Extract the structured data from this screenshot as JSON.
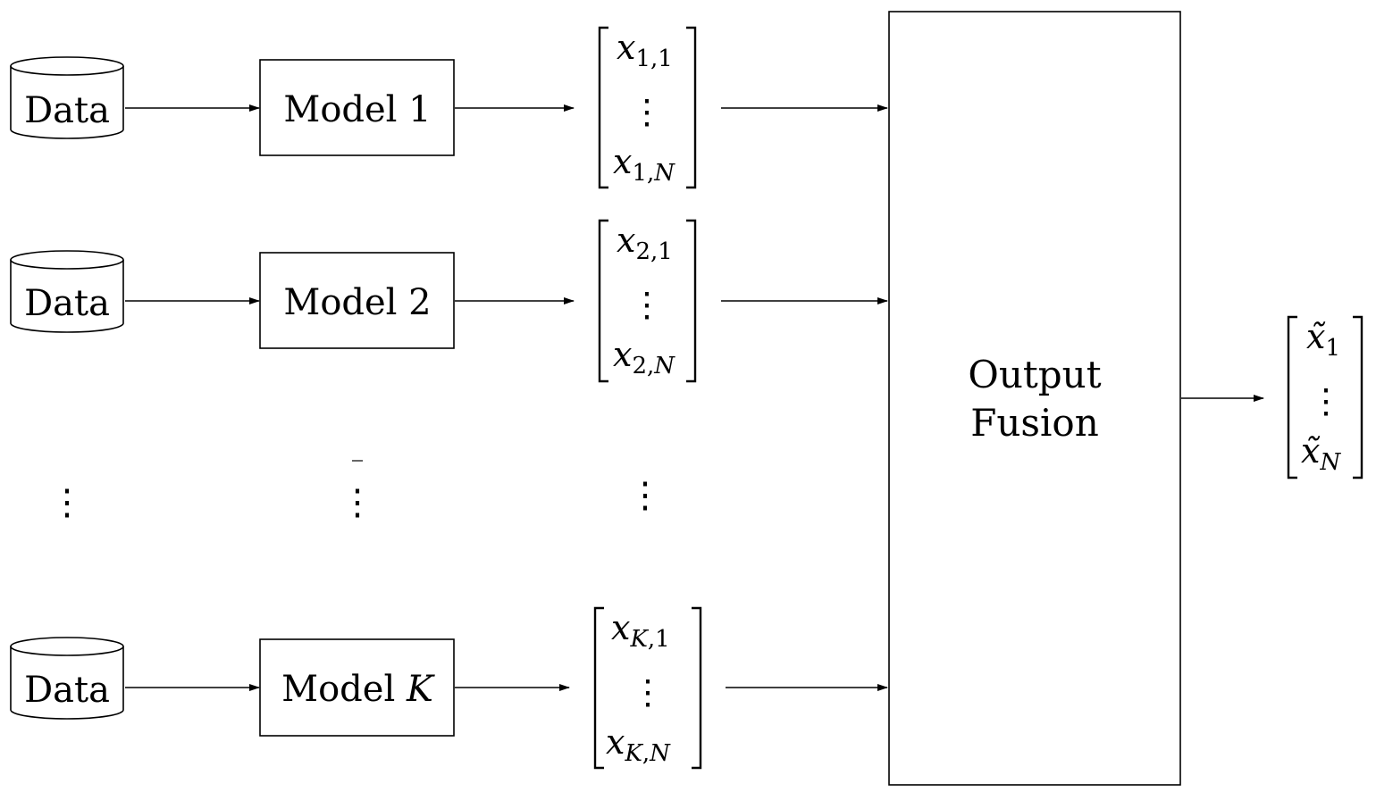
{
  "rows": [
    {
      "data_label": "Data",
      "model_label": "Model 1",
      "model_italic": "",
      "vector_top": {
        "var": "x",
        "sub": "1,1",
        "sub_italic": ""
      },
      "vector_bottom": {
        "var": "x",
        "sub": "1,",
        "sub_italic": "N"
      }
    },
    {
      "data_label": "Data",
      "model_label": "Model 2",
      "model_italic": "",
      "vector_top": {
        "var": "x",
        "sub": "2,1",
        "sub_italic": ""
      },
      "vector_bottom": {
        "var": "x",
        "sub": "2,",
        "sub_italic": "N"
      }
    },
    {
      "data_label": "Data",
      "model_label": "Model ",
      "model_italic": "K",
      "vector_top": {
        "var": "x",
        "sub_italic_prefix": "K",
        "sub": ",1"
      },
      "vector_bottom": {
        "var": "x",
        "sub_italic_prefix": "K",
        "sub": ",",
        "sub_italic": "N"
      }
    }
  ],
  "fusion": {
    "line1": "Output",
    "line2": "Fusion"
  },
  "output_vector": {
    "top": {
      "var": "x̃",
      "sub": "1"
    },
    "bottom": {
      "var": "x̃",
      "sub": "N"
    }
  },
  "ellipsis": "⋮"
}
